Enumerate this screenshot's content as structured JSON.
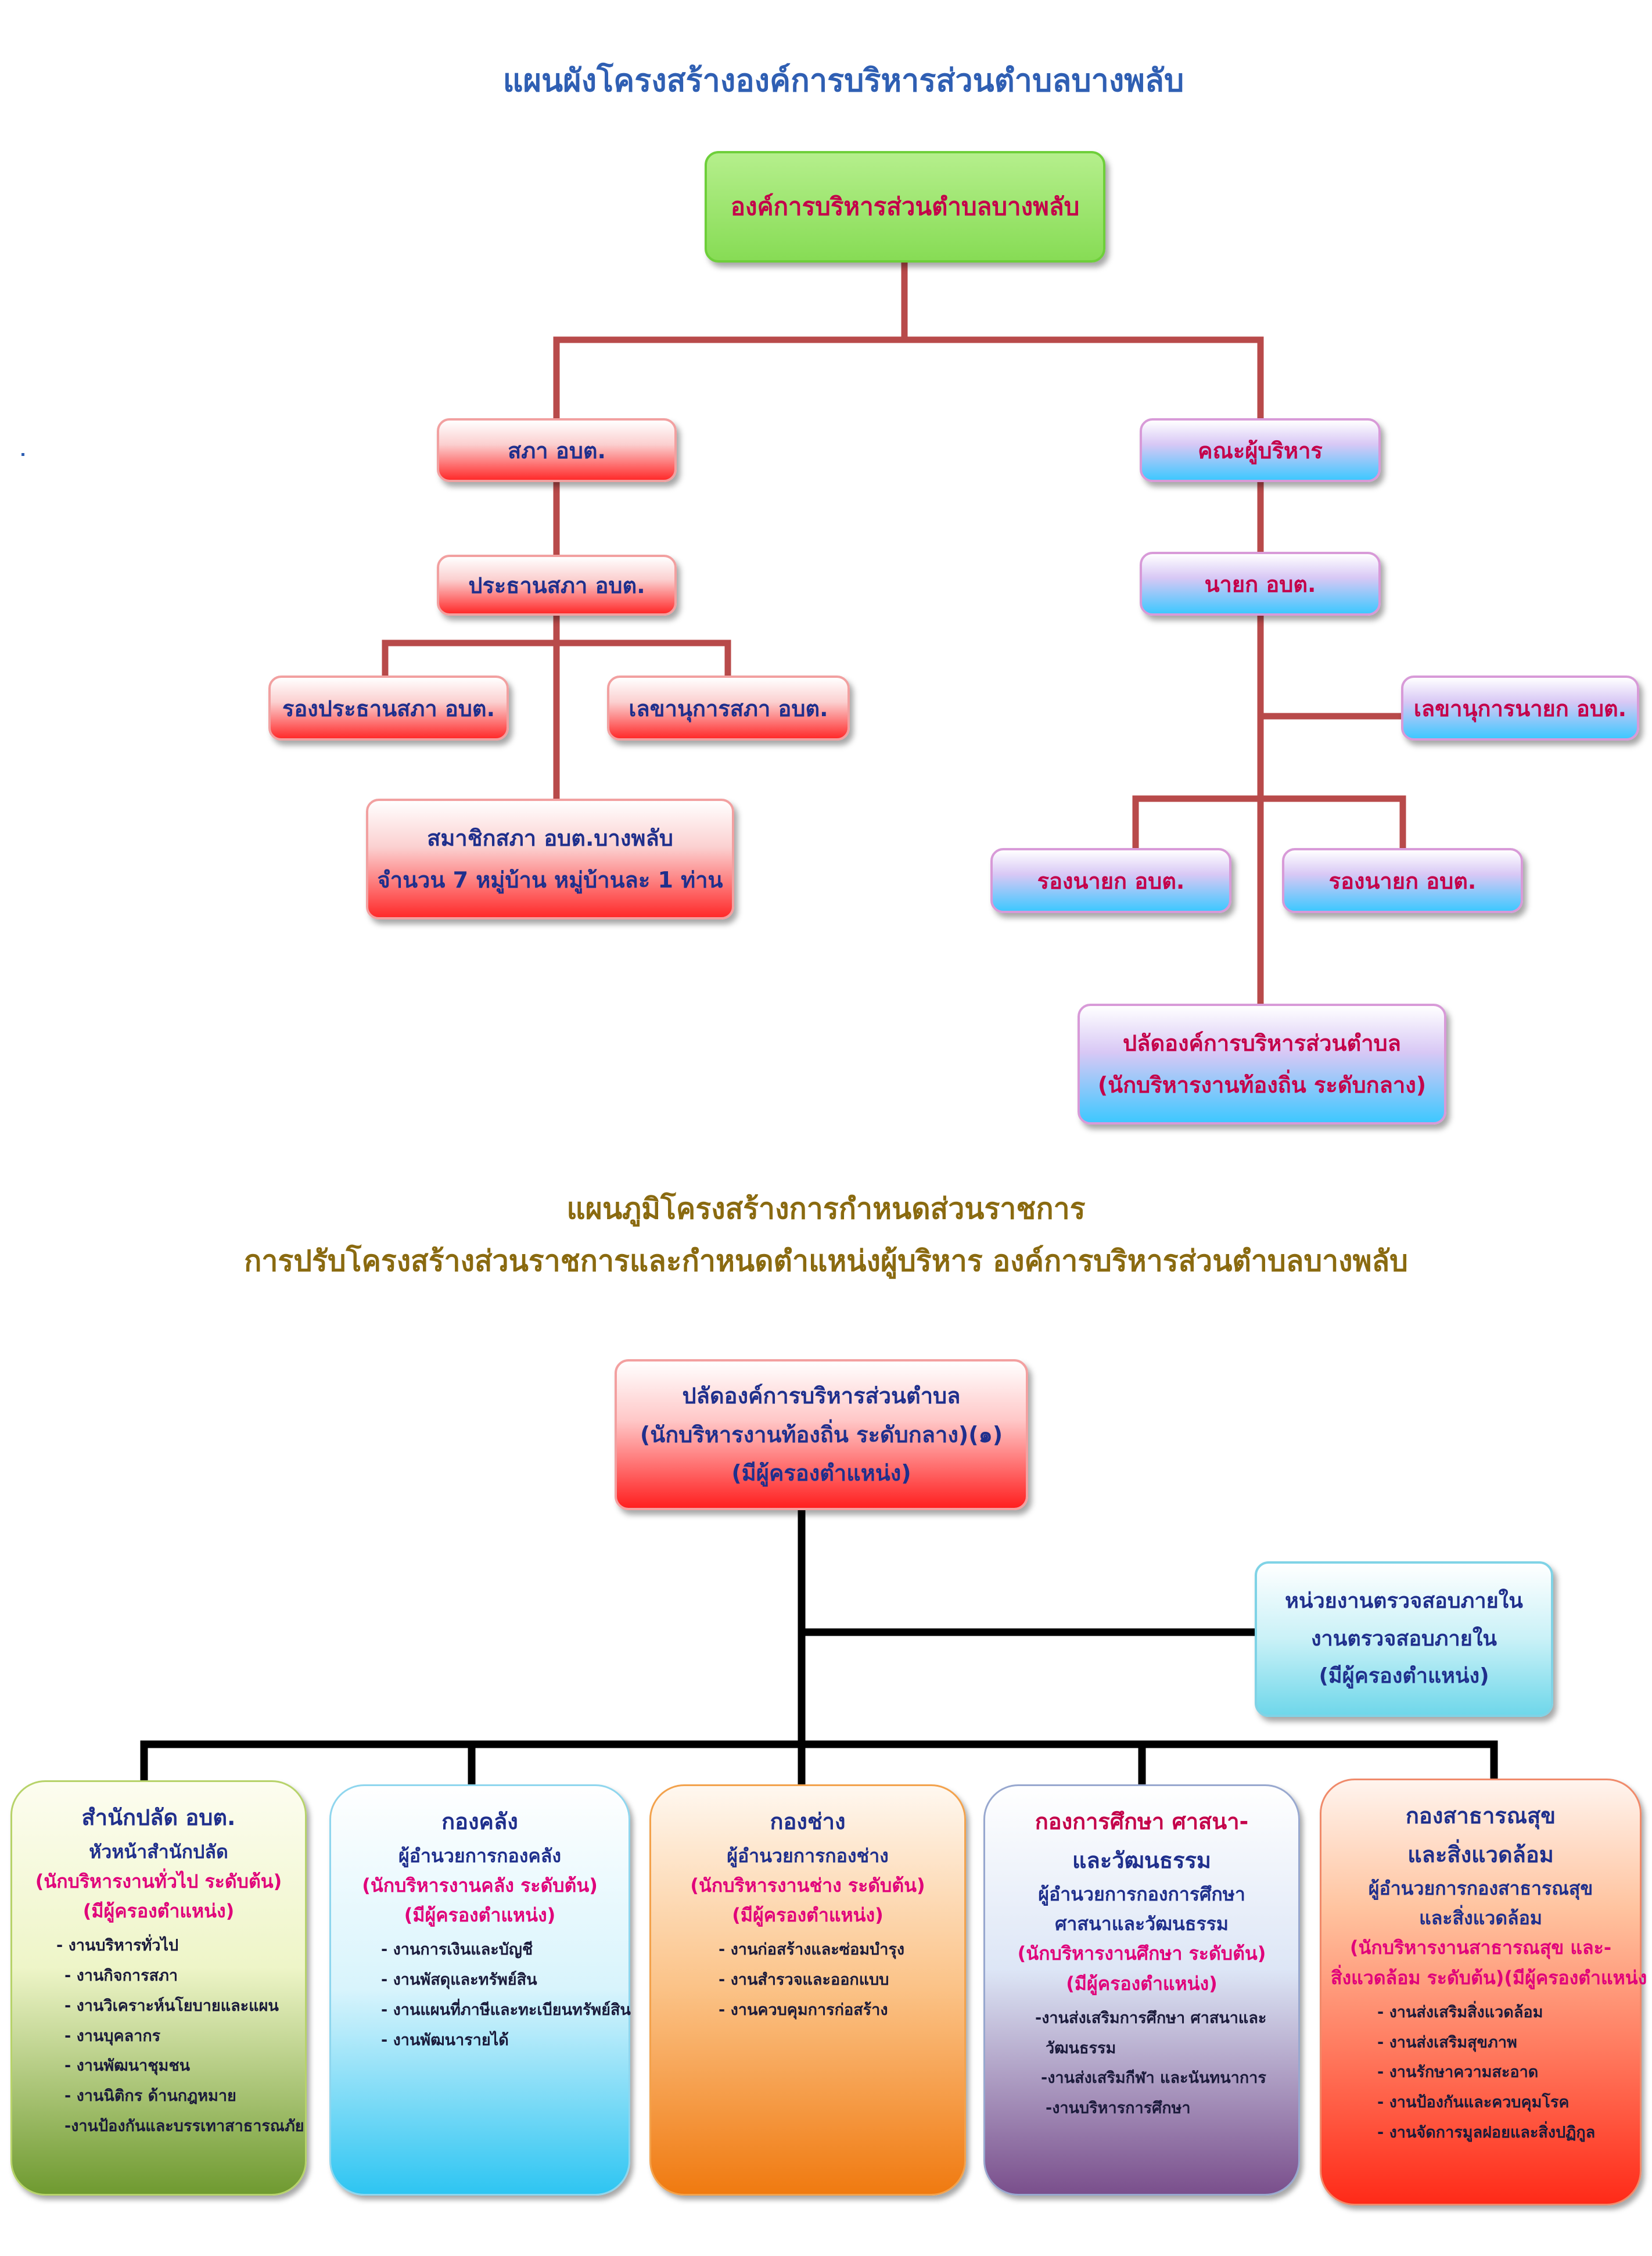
{
  "titles": {
    "main": "แผนผังโครงสร้างองค์การบริหารส่วนตำบลบางพลับ",
    "sub1": "แผนภูมิโครงสร้างการกำหนดส่วนราชการ",
    "sub2": "การปรับโครงสร้างส่วนราชการและกำหนดตำแหน่งผู้บริหาร องค์การบริหารส่วนตำบลบางพลับ"
  },
  "org": {
    "top": "องค์การบริหารส่วนตำบลบางพลับ",
    "council": "สภา อบต.",
    "council_chair": "ประธานสภา อบต.",
    "council_vice": "รองประธานสภา อบต.",
    "council_secretary": "เลขานุการสภา อบต.",
    "council_members": [
      "สมาชิกสภา อบต.บางพลับ",
      "จำนวน 7 หมู่บ้าน หมู่บ้านละ 1 ท่าน"
    ],
    "executive": "คณะผู้บริหาร",
    "mayor": "นายก อบต.",
    "mayor_secretary": "เลขานุการนายก อบต.",
    "deputy_mayor_1": "รองนายก อบต.",
    "deputy_mayor_2": "รองนายก อบต.",
    "clerk": [
      "ปลัดองค์การบริหารส่วนตำบล",
      "(นักบริหารงานท้องถิ่น ระดับกลาง)"
    ]
  },
  "admin": {
    "clerk": [
      "ปลัดองค์การบริหารส่วนตำบล",
      "(นักบริหารงานท้องถิ่น ระดับกลาง)(๑)",
      "(มีผู้ครองตำแหน่ง)"
    ],
    "audit": [
      "หน่วยงานตรวจสอบภายใน",
      "งานตรวจสอบภายใน",
      "(มีผู้ครองตำแหน่ง)"
    ],
    "departments": [
      {
        "name": [
          "สำนักปลัด  อบต."
        ],
        "head": [
          "หัวหน้าสำนักปลัด"
        ],
        "position": [
          "(นักบริหารงานทั่วไป ระดับต้น)",
          "(มีผู้ครองตำแหน่ง)"
        ],
        "items": [
          "- งานบริหารทั่วไป",
          "- งานกิจการสภา",
          "- งานวิเคราะห์นโยบายและแผน",
          "- งานบุคลากร",
          "- งานพัฒนาชุมชน",
          "- งานนิติกร ด้านกฎหมาย",
          "-งานป้องกันและบรรเทาสาธารณภัย"
        ]
      },
      {
        "name": [
          "กองคลัง"
        ],
        "head": [
          "ผู้อำนวยการกองคลัง"
        ],
        "position": [
          "(นักบริหารงานคลัง ระดับต้น)",
          "(มีผู้ครองตำแหน่ง)"
        ],
        "items": [
          "- งานการเงินและบัญชี",
          "- งานพัสดุและทรัพย์สิน",
          "- งานแผนที่ภาษีและทะเบียนทรัพย์สิน",
          "- งานพัฒนารายได้"
        ]
      },
      {
        "name": [
          "กองช่าง"
        ],
        "head": [
          "ผู้อำนวยการกองช่าง"
        ],
        "position": [
          "(นักบริหารงานช่าง ระดับต้น)",
          "(มีผู้ครองตำแหน่ง)"
        ],
        "items": [
          "- งานก่อสร้างและซ่อมบำรุง",
          "- งานสำรวจและออกแบบ",
          "- งานควบคุมการก่อสร้าง"
        ]
      },
      {
        "name": [
          "กองการศึกษา ศาสนา-",
          "และวัฒนธรรม"
        ],
        "head": [
          "ผู้อำนวยการกองการศึกษา",
          "ศาสนาและวัฒนธรรม"
        ],
        "position": [
          "(นักบริหารงานศึกษา ระดับต้น)",
          "(มีผู้ครองตำแหน่ง)"
        ],
        "items": [
          "-งานส่งเสริมการศึกษา ศาสนาและ",
          "  วัฒนธรรม",
          "-งานส่งเสริมกีฬา และนันทนาการ",
          "-งานบริหารการศึกษา"
        ]
      },
      {
        "name": [
          "กองสาธารณสุข",
          "และสิ่งแวดล้อม"
        ],
        "head": [
          "ผู้อำนวยการกองสาธารณสุข",
          "และสิ่งแวดล้อม"
        ],
        "position": [
          "(นักบริหารงานสาธารณสุข และ-",
          "สิ่งแวดล้อม ระดับต้น)(มีผู้ครองตำแหน่ง"
        ],
        "items": [
          "- งานส่งเสริมสิ่งแวดล้อม",
          "- งานส่งเสริมสุขภาพ",
          "- งานรักษาความสะอาด",
          "- งานป้องกันและควบคุมโรค",
          "- งานจัดการมูลฝอยและสิ่งปฏิกูล"
        ]
      }
    ]
  },
  "colors": {
    "title_main": "#2f5fb3",
    "title_sub": "#8a6a10",
    "org_line": "#b84a4a",
    "admin_line": "#000000",
    "dept_name": [
      "#1f2f8c",
      "#1f2f8c",
      "#1f2f8c",
      "#c4004a",
      "#1f2f8c"
    ]
  }
}
